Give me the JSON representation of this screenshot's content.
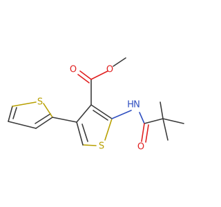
{
  "molecule": {
    "atoms": {
      "S_thienyl": {
        "symbol": "S",
        "color": "#b8a000"
      },
      "S_core": {
        "symbol": "S",
        "color": "#b8a000"
      },
      "O_carbonyl": {
        "symbol": "O",
        "color": "#e02020"
      },
      "O_ester": {
        "symbol": "O",
        "color": "#e02020"
      },
      "O_amide": {
        "symbol": "O",
        "color": "#e02020"
      },
      "N_amide": {
        "symbol": "N",
        "color": "#3050c0"
      },
      "H_amide": {
        "symbol": "H",
        "color": "#3050c0"
      }
    }
  }
}
